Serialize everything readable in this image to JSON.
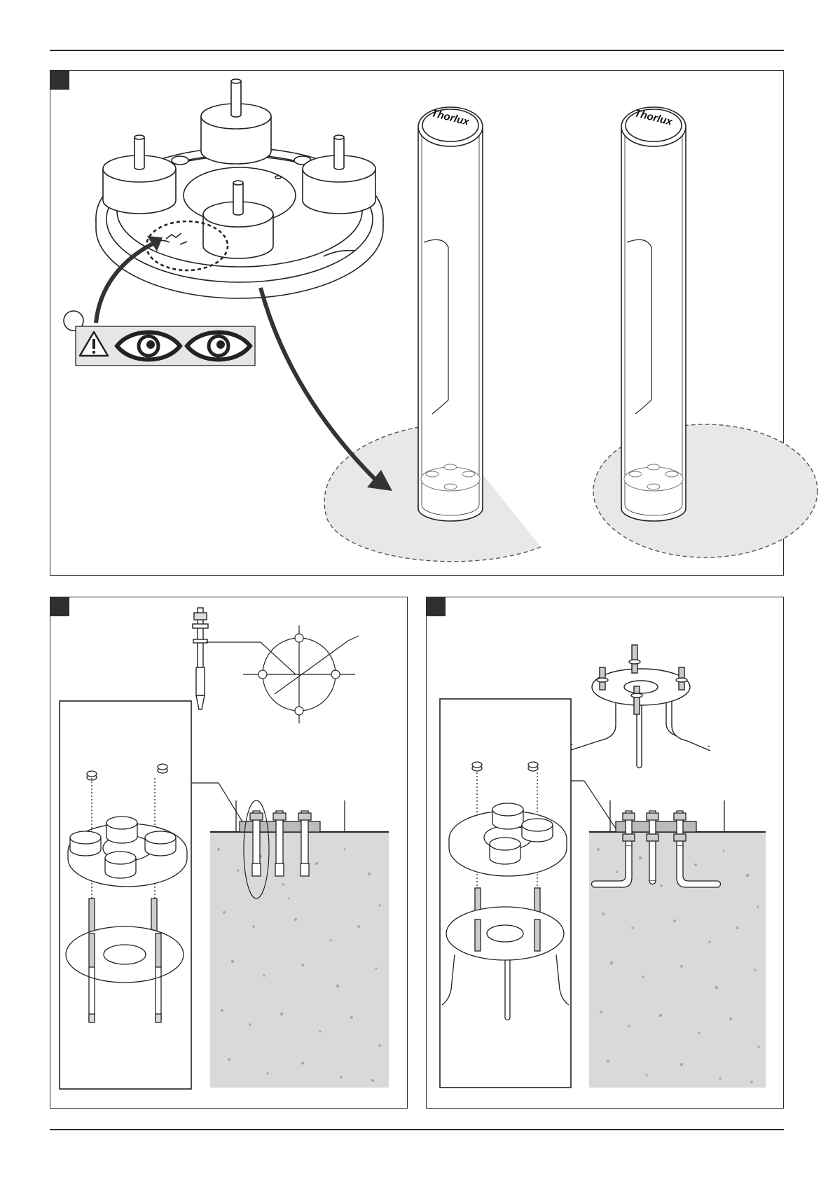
{
  "brand": {
    "logo_text": "Thorlux"
  },
  "panels": [
    {
      "id": "step-1",
      "marker": "filled-square"
    },
    {
      "id": "step-2",
      "marker": "filled-square"
    },
    {
      "id": "step-3",
      "marker": "filled-square"
    }
  ],
  "icons": [
    "warning-icon",
    "eye-icon",
    "eye-icon"
  ],
  "colors": {
    "line": "#2a2a2a",
    "fill_light": "#e8e8e8",
    "concrete": "#d9d9d9",
    "marker": "#2f2f2f"
  }
}
